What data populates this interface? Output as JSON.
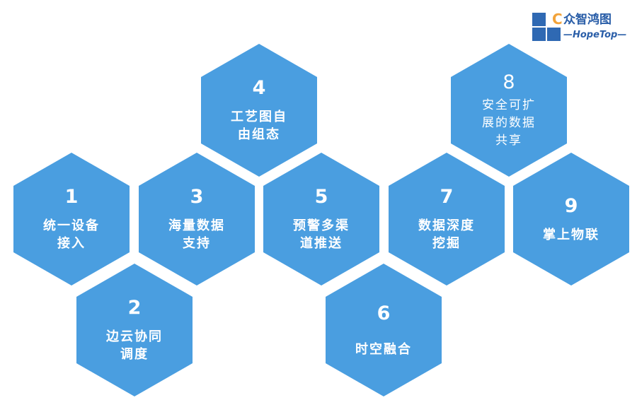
{
  "logo": {
    "mark": "C",
    "name_cn": "众智鸿图",
    "name_en": "—HopeTop—"
  },
  "hexagons": [
    {
      "number": "1",
      "label": "统一设备\n接入"
    },
    {
      "number": "2",
      "label": "边云协同\n调度"
    },
    {
      "number": "3",
      "label": "海量数据\n支持"
    },
    {
      "number": "4",
      "label": "工艺图自\n由组态"
    },
    {
      "number": "5",
      "label": "预警多渠\n道推送"
    },
    {
      "number": "6",
      "label": "时空融合"
    },
    {
      "number": "7",
      "label": "数据深度\n挖掘"
    },
    {
      "number": "8",
      "label": "安全可扩\n展的数据\n共享"
    },
    {
      "number": "9",
      "label": "掌上物联"
    }
  ],
  "colors": {
    "hex_fill": "#4a9ee0",
    "logo_blue": "#2f69b3",
    "logo_orange": "#f2a33a"
  }
}
